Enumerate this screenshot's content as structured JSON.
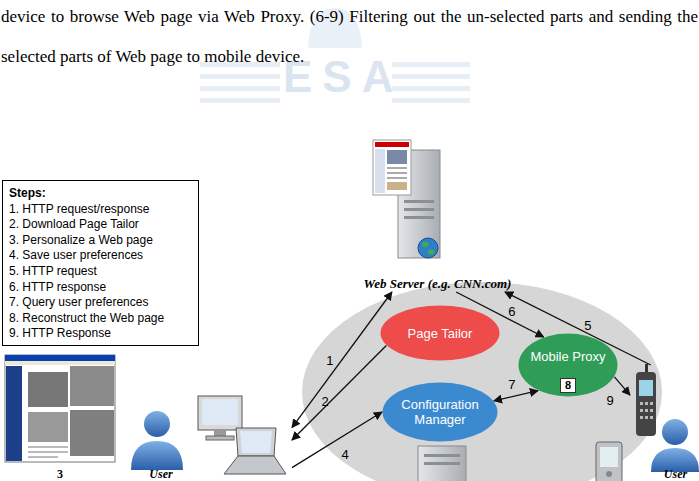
{
  "diagram": {
    "nodes": [
      {
        "text": [
          "Steps:",
          "1. HTTP request/response",
          "2. Download Page Tailor",
          "3. Personalize a Web page",
          "4. Save user preferences",
          "5. HTTP request",
          "6. HTTP response",
          "7. Query user preferences",
          "8. Reconstruct the Web page",
          "9. HTTP Response"
        ]
      },
      {
        "text": [
          "Web Server (e.g. CNN.com)"
        ]
      },
      {
        "text": [
          "Page Tailor"
        ]
      },
      {
        "text": [
          "Mobile Proxy"
        ]
      },
      {
        "text": [
          "8"
        ],
        "in": 3
      },
      {
        "text": [
          "Configuration Manager"
        ]
      },
      {
        "text": [
          "User"
        ]
      },
      {
        "text": [
          "User"
        ]
      },
      {
        "text": [
          "3"
        ]
      }
    ],
    "edges": [
      {
        "from": 6,
        "to": 1,
        "arrow": "both",
        "label": "1"
      },
      {
        "from": 2,
        "to": 6,
        "arrow": "to",
        "label": "2"
      },
      {
        "from": 6,
        "to": 5,
        "arrow": "to",
        "label": "4"
      },
      {
        "from": 7,
        "to": 1,
        "arrow": "to",
        "label": "5"
      },
      {
        "from": 1,
        "to": 3,
        "arrow": "to",
        "label": "6"
      },
      {
        "from": 3,
        "to": 5,
        "arrow": "both",
        "label": "7"
      },
      {
        "from": 3,
        "to": 7,
        "arrow": "to",
        "label": "9"
      }
    ],
    "labels": [
      "device to browse Web page via Web Proxy. (6-9) Filtering out the un-selected parts and sending the selected parts of Web page to mobile device.",
      "ESA"
    ]
  }
}
